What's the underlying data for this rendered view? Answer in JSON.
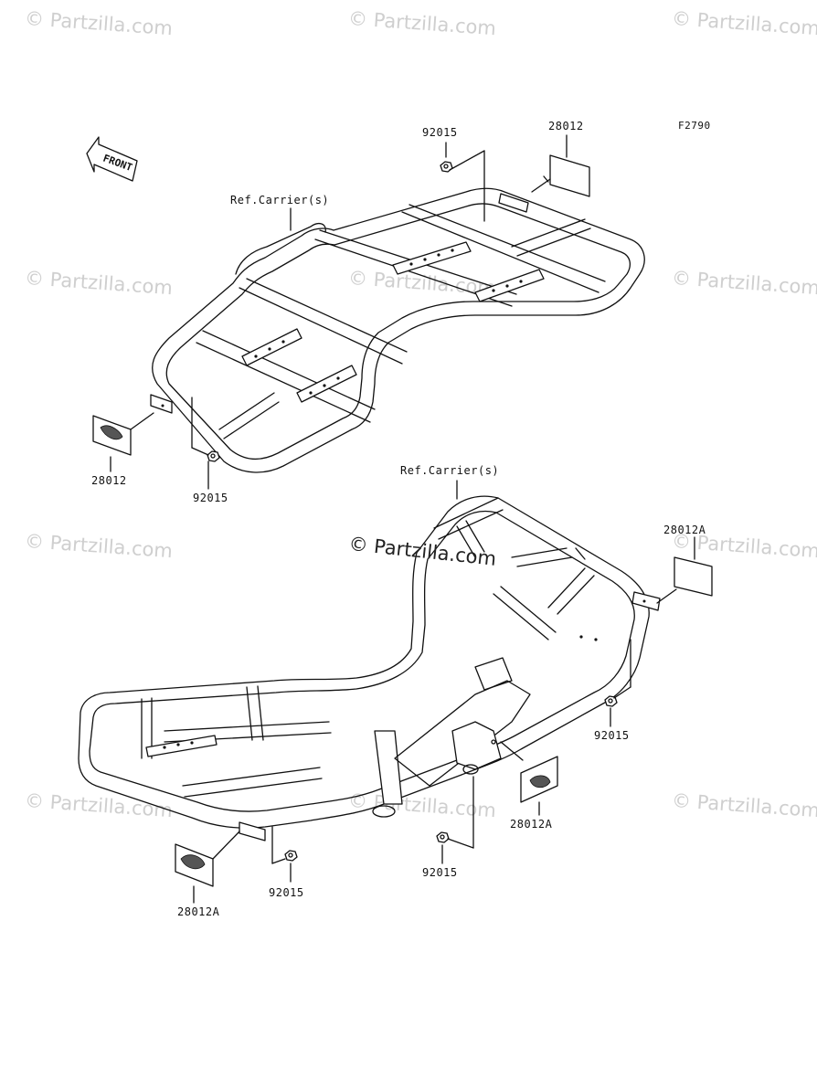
{
  "diagram": {
    "figure_code": "F2790",
    "front_label": "FRONT",
    "ref_label_top": "Ref.Carrier(s)",
    "ref_label_bottom": "Ref.Carrier(s)",
    "part_labels": {
      "top_nut_right": "92015",
      "top_reflector_right": "28012",
      "top_reflector_left": "28012",
      "top_nut_left": "92015",
      "bottom_reflector_right": "28012A",
      "bottom_nut_right": "92015",
      "bottom_reflector_middle": "28012A",
      "bottom_nut_middle": "92015",
      "bottom_nut_left": "92015",
      "bottom_reflector_left": "28012A"
    },
    "center_watermark": "© Partzilla.com",
    "watermark_text": "© Partzilla.com"
  }
}
